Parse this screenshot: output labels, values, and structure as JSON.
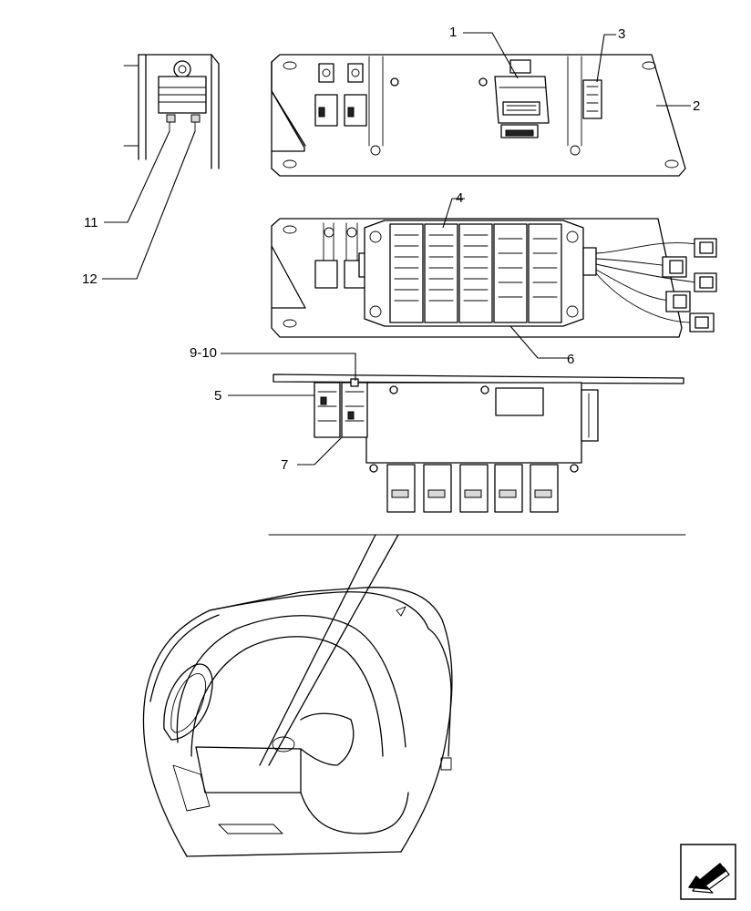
{
  "callouts": {
    "c1": "1",
    "c2": "2",
    "c3": "3",
    "c4": "4",
    "c5": "5",
    "c6": "6",
    "c7": "7",
    "c9_10": "9-10",
    "c11": "11",
    "c12": "12"
  },
  "icons": {
    "nav": "next-page-arrow-icon"
  },
  "colors": {
    "line": "#000000",
    "shade": "#d9d9d9"
  }
}
